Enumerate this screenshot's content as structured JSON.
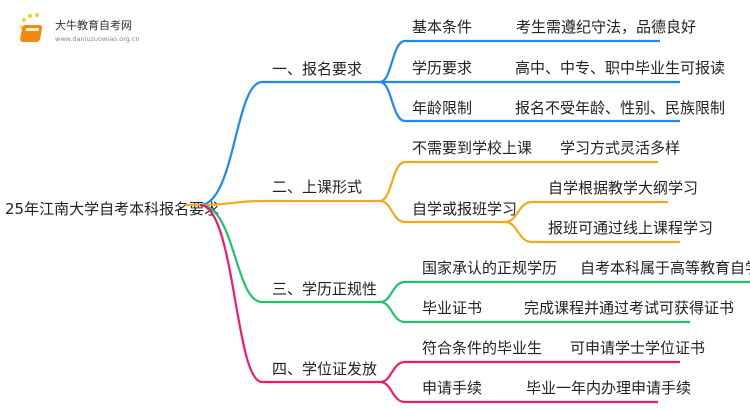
{
  "logo": {
    "name": "大牛教育自考网",
    "url": "www.daniuzuowiao.org.cn"
  },
  "root": "25年江南大学自考本科报名要求",
  "colors": {
    "b1": "#1e88f5",
    "b2": "#f5a81c",
    "b3": "#1dc46c",
    "b4": "#f0196e"
  },
  "branches": [
    {
      "label": "一、报名要求",
      "items": [
        {
          "label": "基本条件",
          "detail": "考生需遵纪守法，品德良好"
        },
        {
          "label": "学历要求",
          "detail": "高中、中专、职中毕业生可报读"
        },
        {
          "label": "年龄限制",
          "detail": "报名不受年龄、性别、民族限制"
        }
      ]
    },
    {
      "label": "二、上课形式",
      "items": [
        {
          "label": "不需要到学校上课",
          "detail": "学习方式灵活多样"
        },
        {
          "label": "自学或报班学习",
          "details": [
            "自学根据教学大纲学习",
            "报班可通过线上课程学习"
          ]
        }
      ]
    },
    {
      "label": "三、学历正规性",
      "items": [
        {
          "label": "国家承认的正规学历",
          "detail": "自考本科属于高等教育自学考试"
        },
        {
          "label": "毕业证书",
          "detail": "完成课程并通过考试可获得证书"
        }
      ]
    },
    {
      "label": "四、学位证发放",
      "items": [
        {
          "label": "符合条件的毕业生",
          "detail": "可申请学士学位证书"
        },
        {
          "label": "申请手续",
          "detail": "毕业一年内办理申请手续"
        }
      ]
    }
  ]
}
